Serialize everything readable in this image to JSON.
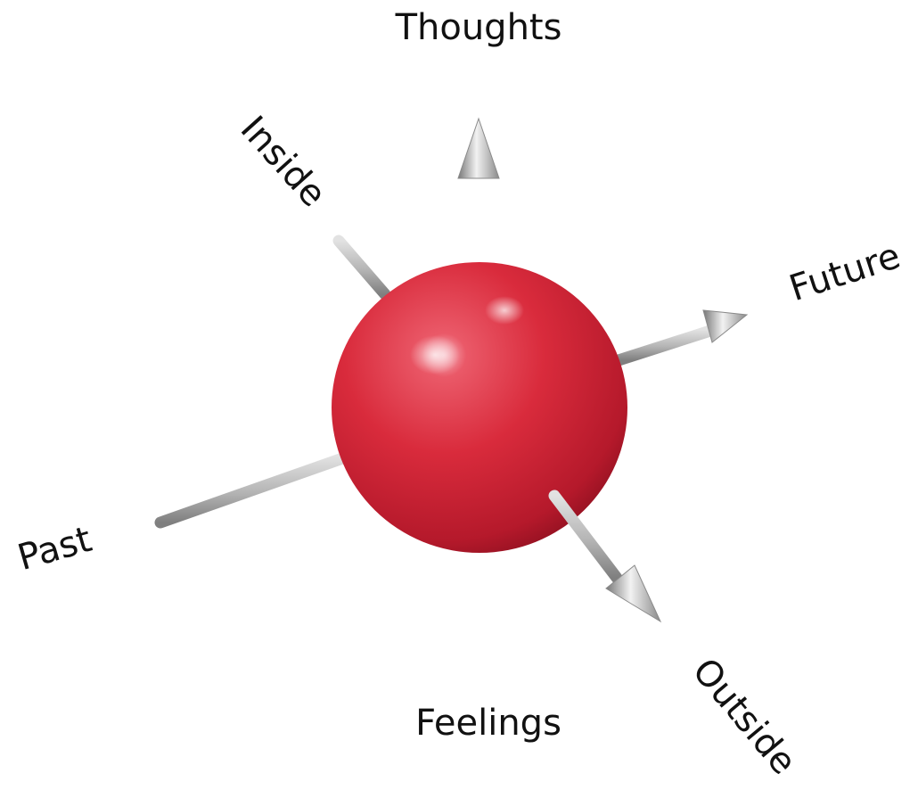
{
  "labels": {
    "thoughts": "Thoughts",
    "feelings": "Feelings",
    "past": "Past",
    "future": "Future",
    "inside": "Inside",
    "outside": "Outside"
  },
  "colors": {
    "background": "#ffffff",
    "sphere": "#d42838",
    "rod": "#b8b8b8",
    "text": "#111111"
  }
}
